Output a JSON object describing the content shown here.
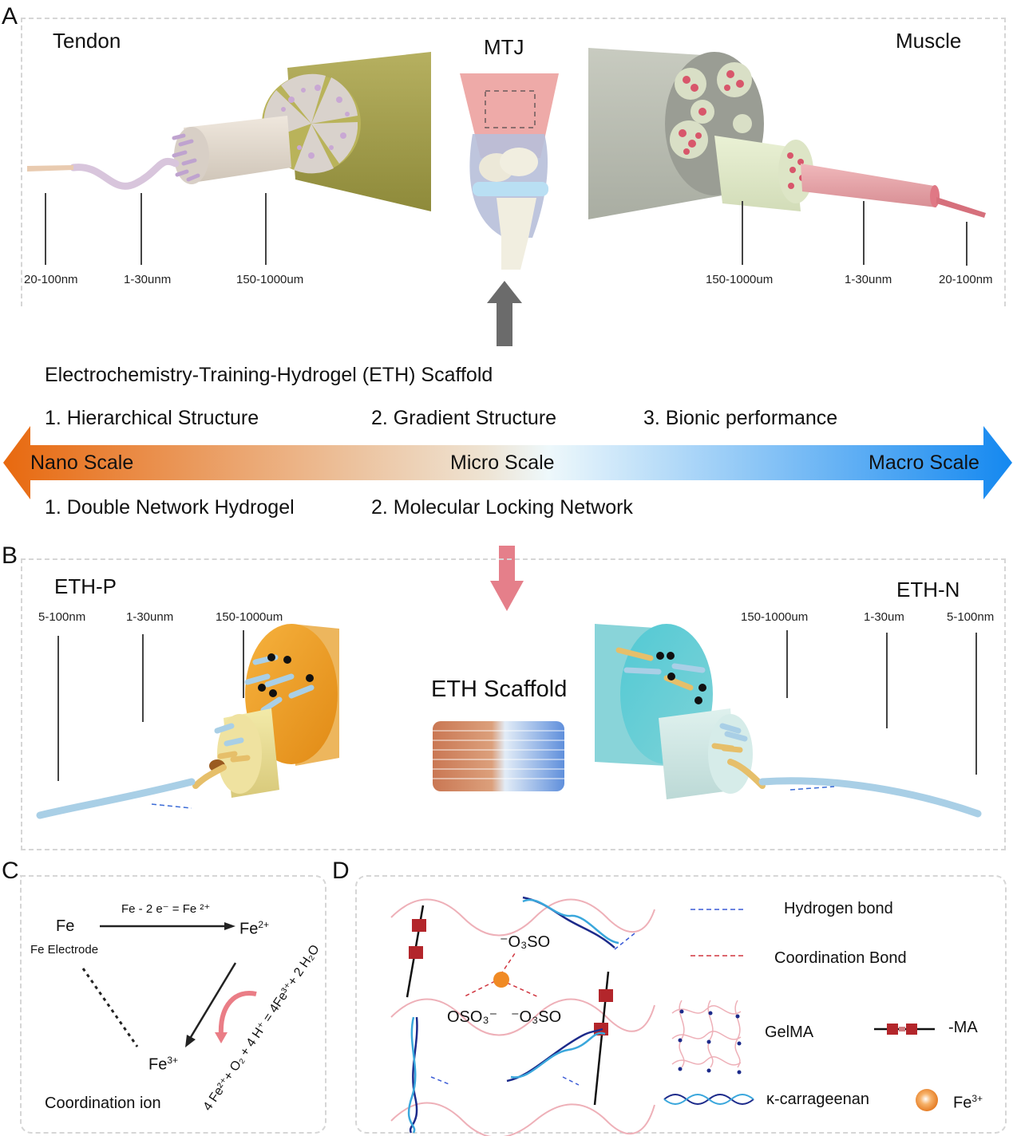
{
  "panels": {
    "a": {
      "letter": "A",
      "tendon_label": "Tendon",
      "mtj_label": "MTJ",
      "muscle_label": "Muscle",
      "tendon_scales": [
        "20-100nm",
        "1-30unm",
        "150-1000um"
      ],
      "muscle_scales": [
        "150-1000um",
        "1-30unm",
        "20-100nm"
      ]
    },
    "middle": {
      "scaffold_title": "Electrochemistry-Training-Hydrogel (ETH) Scaffold",
      "features_top": [
        "1. Hierarchical Structure",
        "2. Gradient Structure",
        "3. Bionic performance"
      ],
      "scale_arrow": {
        "left": "Nano Scale",
        "center": "Micro Scale",
        "right": "Macro Scale",
        "colors": {
          "left": "#e8690f",
          "center": "#eef8fb",
          "right": "#1488f0"
        }
      },
      "features_bottom": [
        "1. Double Network Hydrogel",
        "2. Molecular Locking Network"
      ]
    },
    "b": {
      "letter": "B",
      "left_label": "ETH-P",
      "right_label": "ETH-N",
      "center_label": "ETH Scaffold",
      "left_scales": [
        "5-100nm",
        "1-30unm",
        "150-1000um"
      ],
      "right_scales": [
        "150-1000um",
        "1-30um",
        "5-100nm"
      ]
    },
    "c": {
      "letter": "C",
      "fe": "Fe",
      "fe_electrode": "Fe Electrode",
      "reaction1": "Fe - 2 e⁻  = Fe ²⁺",
      "fe2": "Fe",
      "fe2_charge": "2+",
      "fe3": "Fe",
      "fe3_charge": "3+",
      "reaction2": "4 Fe²⁺+ O₂ + 4 H⁺ = 4Fe³⁺+ 2 H₂O",
      "coordination_ion": "Coordination ion"
    },
    "d": {
      "letter": "D",
      "groups": [
        "⁻O₃SO",
        "OSO₃⁻",
        "⁻O₃SO"
      ],
      "legend": {
        "hydrogen_bond": "Hydrogen bond",
        "coordination_bond": "Coordination Bond",
        "gelma": "GelMA",
        "ma": "-MA",
        "carrageenan": "κ-carrageenan",
        "fe3": "Fe",
        "fe3_charge": "3+"
      },
      "colors": {
        "hydrogen": "#3b5bd6",
        "coordination": "#d0353f",
        "gelma": "#eeb0b8",
        "ma": "#b3262b",
        "fe": "#f08a24",
        "carrageenan_dark": "#1c2a8a",
        "carrageenan_light": "#3aa7dc"
      }
    }
  }
}
